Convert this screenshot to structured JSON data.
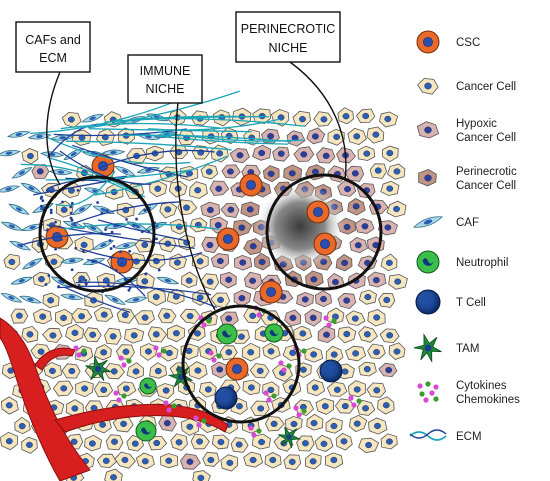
{
  "callouts": {
    "cafs": [
      "CAFs and",
      "ECM"
    ],
    "immune": [
      "IMMUNE",
      "NICHE"
    ],
    "perinecrotic": [
      "PERINECROTIC",
      "NICHE"
    ]
  },
  "legend": [
    {
      "key": "csc",
      "lines": [
        "CSC"
      ]
    },
    {
      "key": "cancer",
      "lines": [
        "Cancer Cell"
      ]
    },
    {
      "key": "hypoxic",
      "lines": [
        "Hypoxic",
        "Cancer Cell"
      ]
    },
    {
      "key": "perinecrotic",
      "lines": [
        "Perinecrotic",
        "Cancer Cell"
      ]
    },
    {
      "key": "caf",
      "lines": [
        "CAF"
      ]
    },
    {
      "key": "neutrophil",
      "lines": [
        "Neutrophil"
      ]
    },
    {
      "key": "tcell",
      "lines": [
        "T Cell"
      ]
    },
    {
      "key": "tam",
      "lines": [
        "TAM"
      ]
    },
    {
      "key": "cytokines",
      "lines": [
        "Cytokines",
        "Chemokines"
      ]
    },
    {
      "key": "ecm",
      "lines": [
        "ECM"
      ]
    }
  ],
  "colors": {
    "cancer_fill": "#f5e6c0",
    "cancer_nucleus": "#2c5fb3",
    "csc_fill": "#e8692a",
    "hypoxic_fill": "#d9b3b0",
    "hypoxic_nucleus": "#2b3f9a",
    "perinecrotic_fill": "#c19484",
    "caf_fill": "#a9d8ea",
    "neutrophil_fill": "#3cbf4a",
    "tcell_fill": "#0f3d8c",
    "tam_fill": "#1f8a3a",
    "vessel": "#d81f1f",
    "ecm": "#1aa6b7",
    "cytokine_a": "#d64ad6",
    "cytokine_b": "#3b9b2f"
  }
}
